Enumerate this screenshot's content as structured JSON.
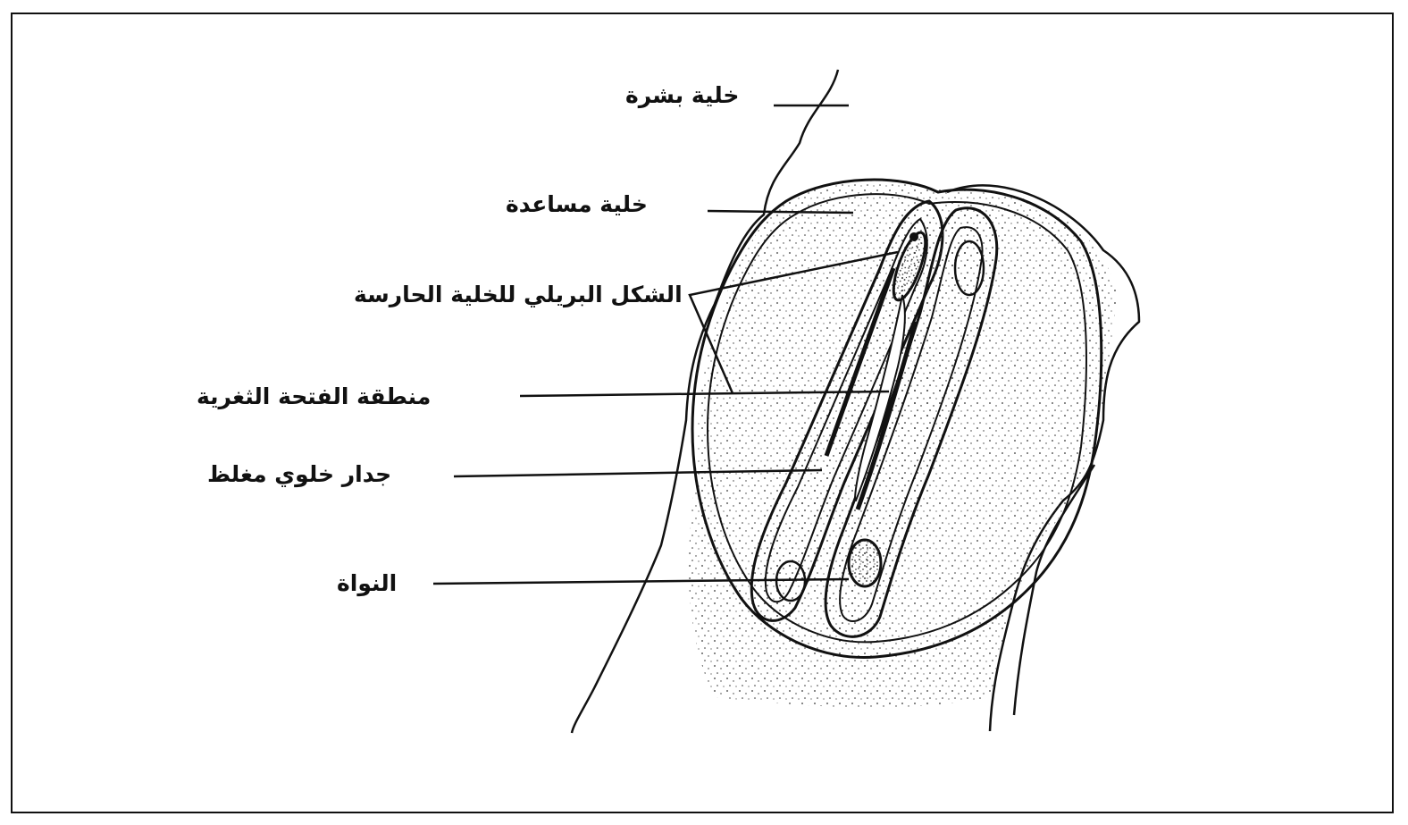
{
  "figure": {
    "labels": {
      "epidermal_cell": "خلية بشرة",
      "subsidiary_cell": "خلية مساعدة",
      "guard_cell_kidney_shape": "الشكل البريلي للخلية الحارسة",
      "stomatal_pore_region": "منطقة الفتحة الثغرية",
      "thickened_cell_wall": "جدار خلوي مغلظ",
      "nucleus": "النواة"
    }
  }
}
